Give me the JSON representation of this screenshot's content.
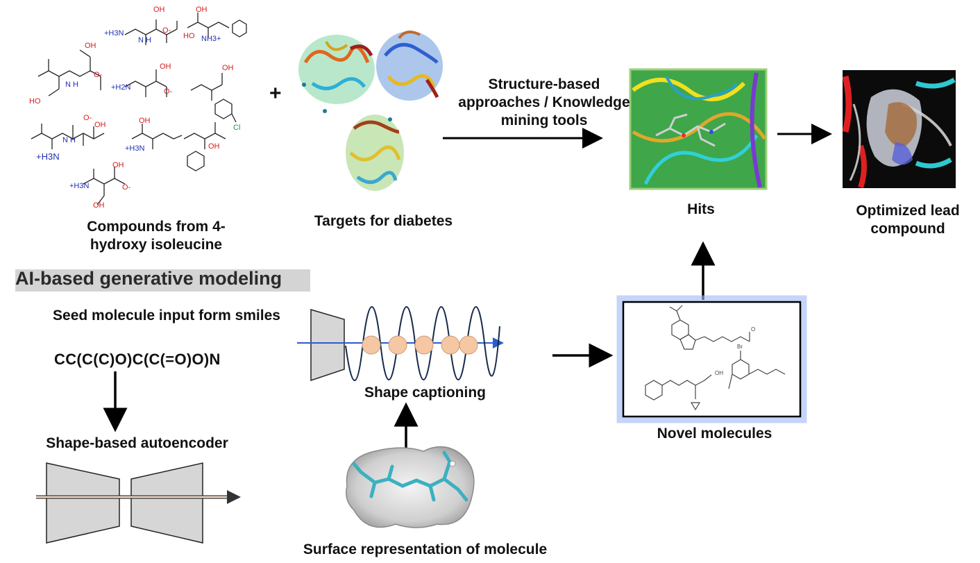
{
  "labels": {
    "compounds": "Compounds from 4-hydroxy isoleucine",
    "targets": "Targets for diabetes",
    "approach": "Structure-based approaches / Knowledge mining tools",
    "hits": "Hits",
    "optimized": "Optimized lead compound",
    "ai_section": "AI-based generative modeling",
    "seed": "Seed molecule input form smiles",
    "smiles": "CC(C(C)O)C(C(=O)O)N",
    "autoencoder": "Shape-based autoencoder",
    "shape_captioning": "Shape captioning",
    "surface": "Surface representation of molecule",
    "novel": "Novel molecules"
  },
  "plus_sign": "+",
  "chem_atoms": {
    "oh": "OH",
    "ho": "HO",
    "o_minus": "O-",
    "nh": "N H",
    "h": "H",
    "n": "N",
    "h3n_plus": "+H3N",
    "h2n_plus": "+H2N",
    "nh3_plus": "NH3+",
    "cl": "Cl",
    "br": "Br",
    "o": "O",
    "oh_small": "OH"
  },
  "colors": {
    "accent_blue": "#3a6fe0",
    "circle_fill": "#f6c7a3",
    "shape_grey": "#d6d6d6",
    "banner_grey": "#d4d4d4"
  }
}
